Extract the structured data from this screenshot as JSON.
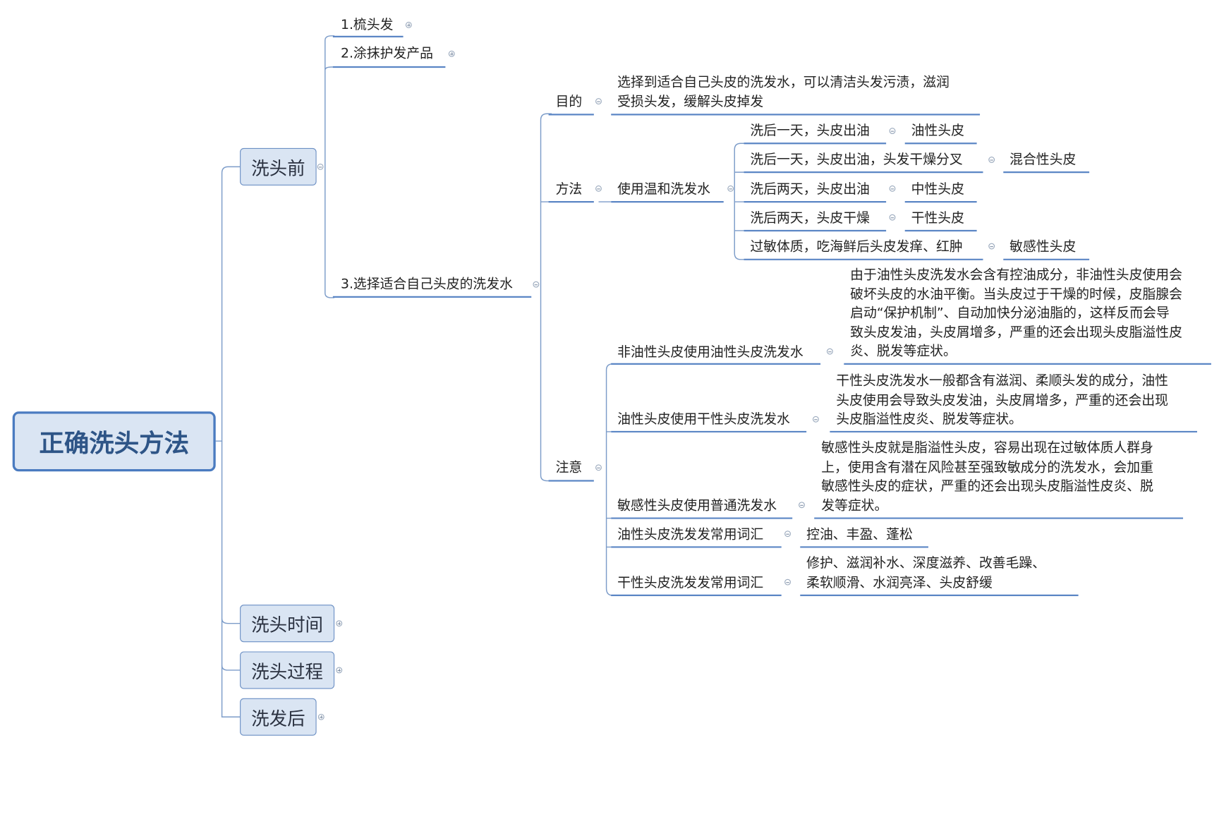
{
  "root": "正确洗头方法",
  "level1": {
    "before": "洗头前",
    "time": "洗头时间",
    "process": "洗头过程",
    "after": "洗发后"
  },
  "before_children": {
    "comb": "1.梳头发",
    "apply": "2.涂抹护发产品",
    "choose": "3.选择适合自己头皮的洗发水"
  },
  "purpose": {
    "label": "目的",
    "text": [
      "选择到适合自己头皮的洗发水，可以清洁头发污渍，滋润",
      "受损头发，缓解头皮掉发"
    ]
  },
  "method": {
    "label": "方法",
    "child": "使用温和洗发水",
    "rows": [
      {
        "condition": "洗后一天，头皮出油",
        "type": "油性头皮"
      },
      {
        "condition": "洗后一天，头皮出油，头发干燥分叉",
        "type": "混合性头皮"
      },
      {
        "condition": "洗后两天，头皮出油",
        "type": "中性头皮"
      },
      {
        "condition": "洗后两天，头皮干燥",
        "type": "干性头皮"
      },
      {
        "condition": "过敏体质，吃海鲜后头皮发痒、红肿",
        "type": "敏感性头皮"
      }
    ]
  },
  "notes": {
    "label": "注意",
    "items": [
      {
        "title": "非油性头皮使用油性头皮洗发水",
        "detail": [
          "由于油性头皮洗发水会含有控油成分，非油性头皮使用会",
          "破坏头皮的水油平衡。当头皮过于干燥的时候，皮脂腺会",
          "启动“保护机制”、自动加快分泌油脂的，这样反而会导",
          "致头皮发油，头皮屑增多，严重的还会出现头皮脂溢性皮",
          "炎、脱发等症状。"
        ]
      },
      {
        "title": "油性头皮使用干性头皮洗发水",
        "detail": [
          "干性头皮洗发水一般都含有滋润、柔顺头发的成分，油性",
          "头皮使用会导致头皮发油，头皮屑增多，严重的还会出现",
          "头皮脂溢性皮炎、脱发等症状。"
        ]
      },
      {
        "title": "敏感性头皮使用普通洗发水",
        "detail": [
          "敏感性头皮就是脂溢性头皮，容易出现在过敏体质人群身",
          "上，使用含有潜在风险甚至强致敏成分的洗发水，会加重",
          "敏感性头皮的症状，严重的还会出现头皮脂溢性皮炎、脱",
          "发等症状。"
        ]
      },
      {
        "title": "油性头皮洗发发常用词汇",
        "detail": [
          "控油、丰盈、蓬松"
        ]
      },
      {
        "title": "干性头皮洗发发常用词汇",
        "detail": [
          "修护、滋润补水、深度滋养、改善毛躁、",
          "柔软顺滑、水润亮泽、头皮舒缓"
        ]
      }
    ]
  },
  "colors": {
    "line": "#7c9cc9",
    "underline": "#5b86c5",
    "box_fill": "#dae5f3",
    "box_border": "#6b8fc4",
    "root_text": "#2e5587"
  }
}
